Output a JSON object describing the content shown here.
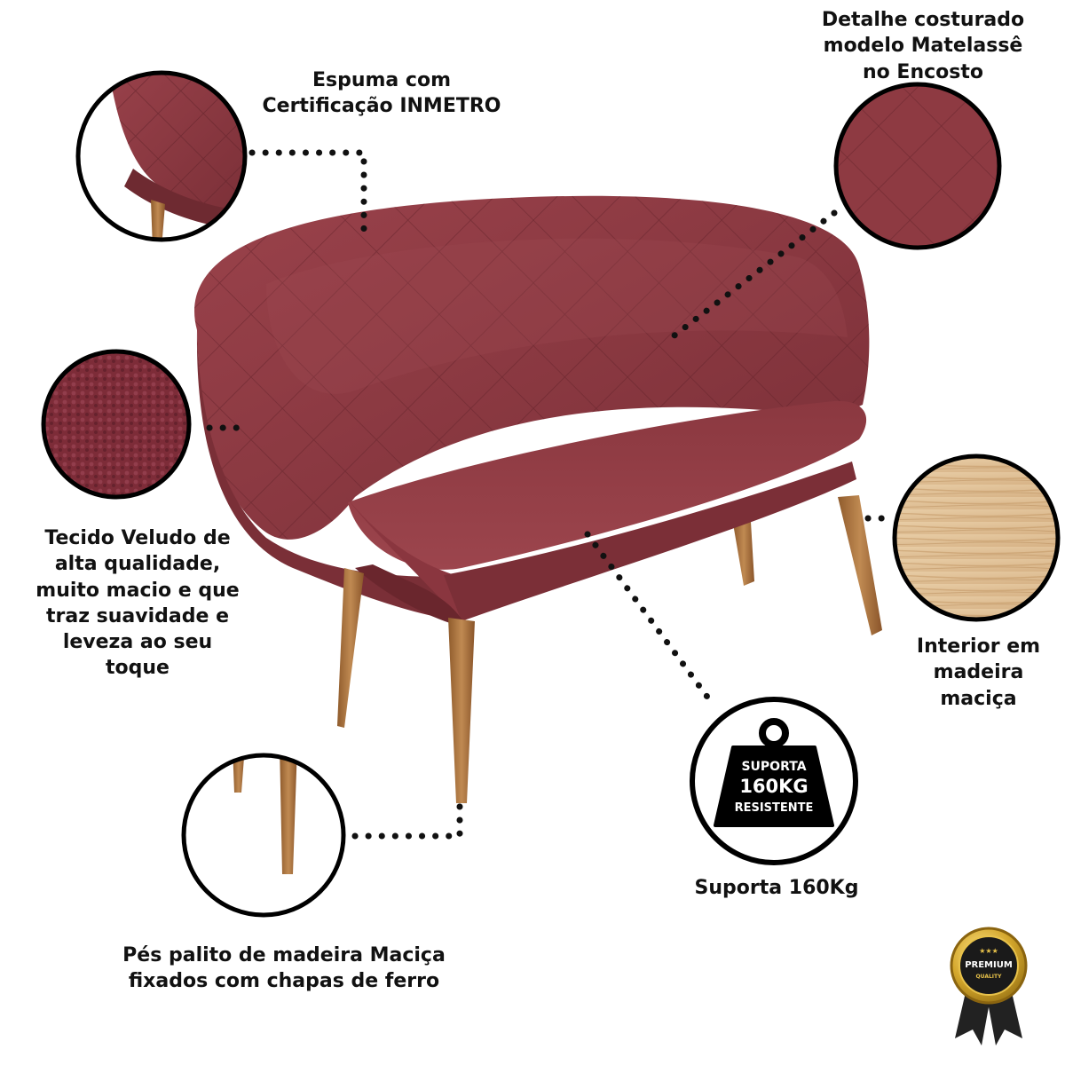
{
  "callouts": {
    "espuma": {
      "lines": [
        "Espuma com",
        "Certificação INMETRO"
      ]
    },
    "matelasse": {
      "lines": [
        "Detalhe costurado",
        "modelo Matelassê",
        "no Encosto"
      ]
    },
    "tecido": {
      "lines": [
        "Tecido Veludo de",
        "alta qualidade,",
        "muito macio e que",
        "traz suavidade e",
        "leveza ao seu",
        "toque"
      ]
    },
    "interior": {
      "lines": [
        "Interior em",
        "madeira",
        "maciça"
      ]
    },
    "suporta": {
      "lines": [
        "Suporta 160Kg"
      ]
    },
    "pes": {
      "lines": [
        "Pés palito de madeira Maciça",
        "fixados com chapas de ferro"
      ]
    }
  },
  "weight_badge": {
    "line1": "SUPORTA",
    "line2": "160KG",
    "line3": "RESISTENTE"
  },
  "premium_seal": {
    "line1": "PREMIUM",
    "line2": "QUALITY"
  },
  "colors": {
    "fabric": "#8e3a42",
    "fabric_dark": "#6e2a31",
    "wood": "#b07a45",
    "wood_light": "#e3c7a0",
    "gold": "#d4a72c"
  }
}
